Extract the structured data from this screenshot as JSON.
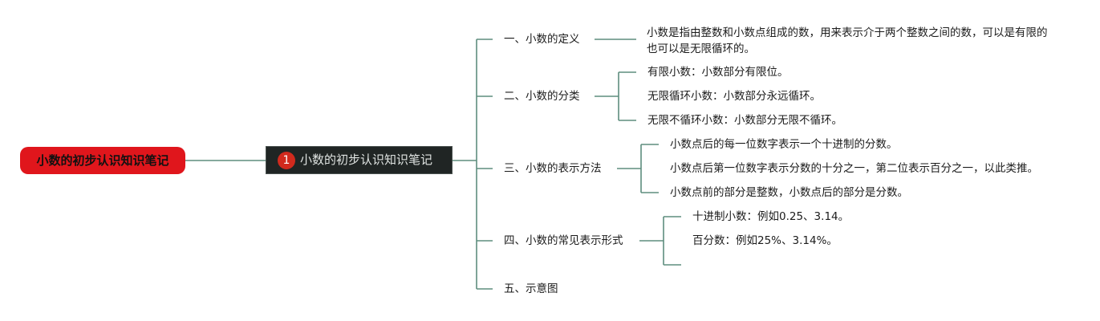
{
  "root": {
    "label": "小数的初步认识知识笔记"
  },
  "hub": {
    "badge": "1",
    "label": "小数的初步认识知识笔记"
  },
  "topics": [
    {
      "label": "一、小数的定义",
      "items": [
        "小数是指由整数和小数点组成的数，用来表示介于两个整数之间的数，可以是有限的也可以是无限循环的。"
      ]
    },
    {
      "label": "二、小数的分类",
      "items": [
        "有限小数：小数部分有限位。",
        "无限循环小数：小数部分永远循环。",
        "无限不循环小数：小数部分无限不循环。"
      ]
    },
    {
      "label": "三、小数的表示方法",
      "items": [
        "小数点后的每一位数字表示一个十进制的分数。",
        "小数点后第一位数字表示分数的十分之一，第二位表示百分之一，以此类推。",
        "小数点前的部分是整数，小数点后的部分是分数。"
      ]
    },
    {
      "label": "四、小数的常见表示形式",
      "items": [
        "十进制小数：例如0.25、3.14。",
        "百分数：例如25%、3.14%。",
        ""
      ]
    },
    {
      "label": "五、示意图",
      "items": []
    }
  ],
  "colors": {
    "connector": "#5e8e7e",
    "root_fill": "#e0161c",
    "hub_fill": "#202524",
    "badge_fill": "#d12a1d"
  }
}
